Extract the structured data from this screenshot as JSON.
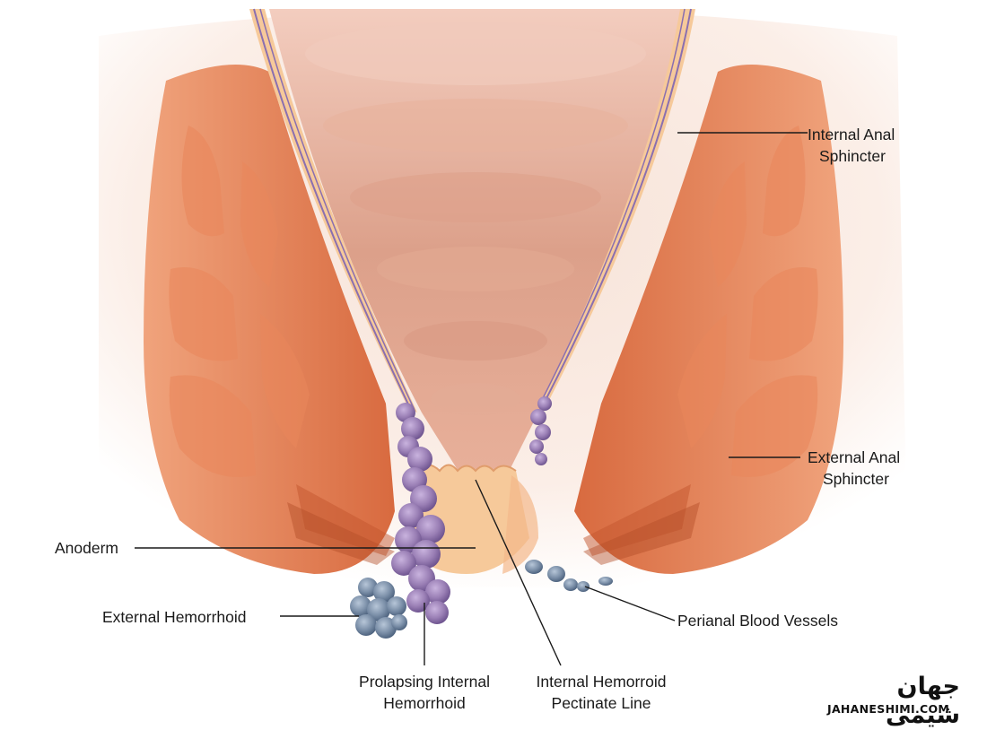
{
  "labels": {
    "internal_anal_sphincter": [
      "Internal Anal",
      "Sphincter"
    ],
    "external_anal_sphincter": [
      "External Anal",
      "Sphincter"
    ],
    "anoderm": "Anoderm",
    "external_hemorrhoid": "External Hemorrhoid",
    "perianal_blood_vessels": "Perianal Blood Vessels",
    "prolapsing_internal_hemorrhoid": [
      "Prolapsing Internal",
      "Hemorrhoid"
    ],
    "internal_hemorrhoid_pectinate_line": [
      "Internal Hemorroid",
      "Pectinate Line"
    ]
  },
  "watermark": {
    "logo_text_fa": "جهان شیمی",
    "logo_text_en": "JAHANESHIMI.COM"
  },
  "colors": {
    "muscle": "#e07a4f",
    "muscle_dark": "#c4562e",
    "lumen": "#e8a88f",
    "mucosa": "#f6c99a",
    "internal_hemorrhoid": "#9a7fb5",
    "external_hemorrhoid": "#7b8fa8",
    "leader_line": "#1a1a1a"
  }
}
